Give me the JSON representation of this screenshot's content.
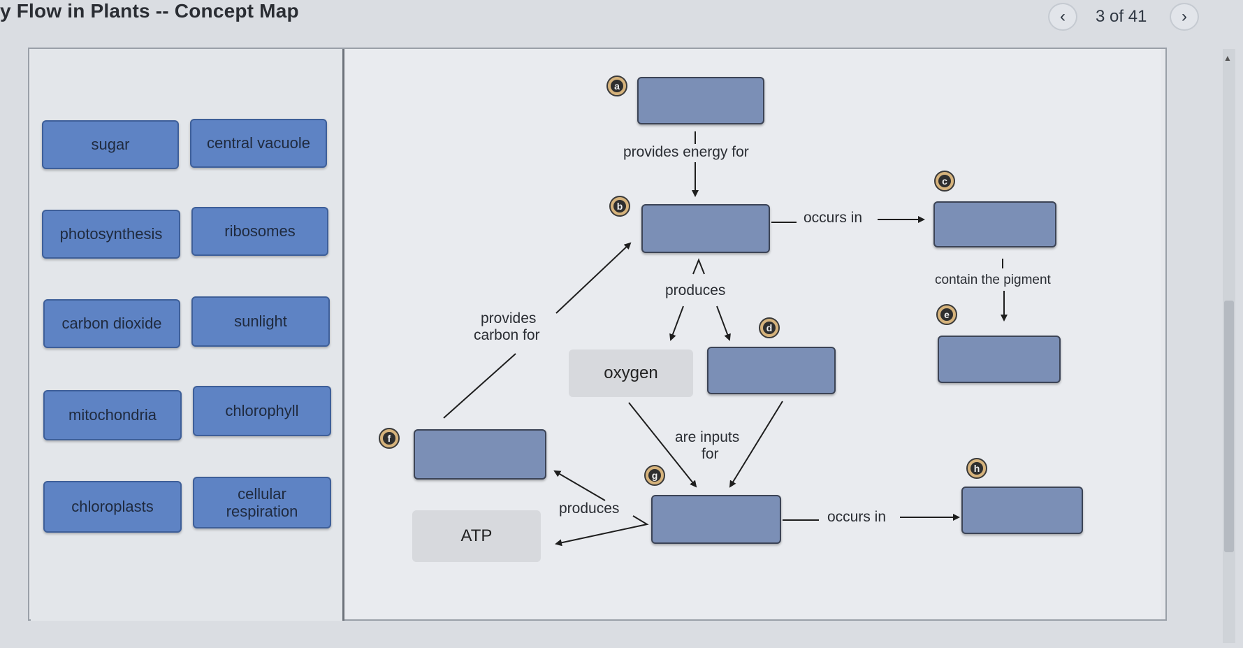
{
  "header": {
    "title": "y Flow in Plants -- Concept Map",
    "page_counter": "3 of 41",
    "prev_icon": "‹",
    "next_icon": "›"
  },
  "label_bank": {
    "tiles": [
      "sugar",
      "central vacuole",
      "photosynthesis",
      "ribosomes",
      "carbon dioxide",
      "sunlight",
      "mitochondria",
      "chlorophyll",
      "chloroplasts",
      "cellular respiration"
    ]
  },
  "concept_map": {
    "markers": [
      "a",
      "b",
      "c",
      "d",
      "e",
      "f",
      "g",
      "h"
    ],
    "fixed_terms": {
      "oxygen": "oxygen",
      "atp": "ATP"
    },
    "links": {
      "provides_energy_for": "provides energy for",
      "occurs_in_top": "occurs in",
      "contain_the_pigment": "contain the pigment",
      "produces_top": "produces",
      "provides_carbon_for_1": "provides",
      "provides_carbon_for_2": "carbon for",
      "are_inputs_for_1": "are inputs",
      "are_inputs_for_2": "for",
      "produces_bottom": "produces",
      "occurs_in_bottom": "occurs in"
    }
  },
  "colors": {
    "tile_fill": "#5e83c4",
    "drop_box_fill": "#7b8fb6",
    "marker_fill": "#d6b37c",
    "background": "#dadde2"
  }
}
